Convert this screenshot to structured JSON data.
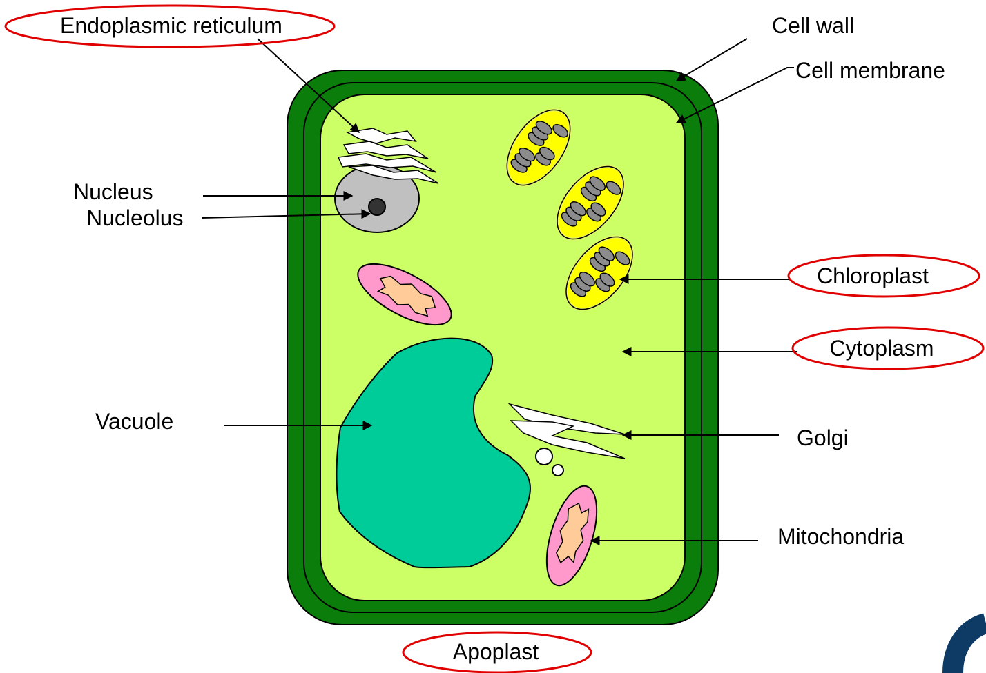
{
  "labels": {
    "endoplasmic_reticulum": "Endoplasmic reticulum",
    "cell_wall": "Cell wall",
    "cell_membrane": "Cell membrane",
    "nucleus": "Nucleus",
    "nucleolus": "Nucleolus",
    "chloroplast": "Chloroplast",
    "cytoplasm": "Cytoplasm",
    "vacuole": "Vacuole",
    "golgi": "Golgi",
    "mitochondria": "Mitochondria",
    "apoplast": "Apoplast"
  },
  "highlighted_labels": [
    "Endoplasmic reticulum",
    "Chloroplast",
    "Cytoplasm",
    "Apoplast"
  ],
  "colors": {
    "cell_wall": "#0b7d0b",
    "cytoplasm": "#ccff66",
    "vacuole": "#00cc99",
    "nucleus": "#c0c0c0",
    "chloroplast_fill": "#ffff00",
    "chloroplast_outline": "#e9f56a",
    "thylakoid": "#8c8c8c",
    "mitochondria_outer": "#ff99cc",
    "mitochondria_inner": "#ffcc99",
    "highlight_ring": "#e00000",
    "corner_logo": "#0d3b66"
  }
}
